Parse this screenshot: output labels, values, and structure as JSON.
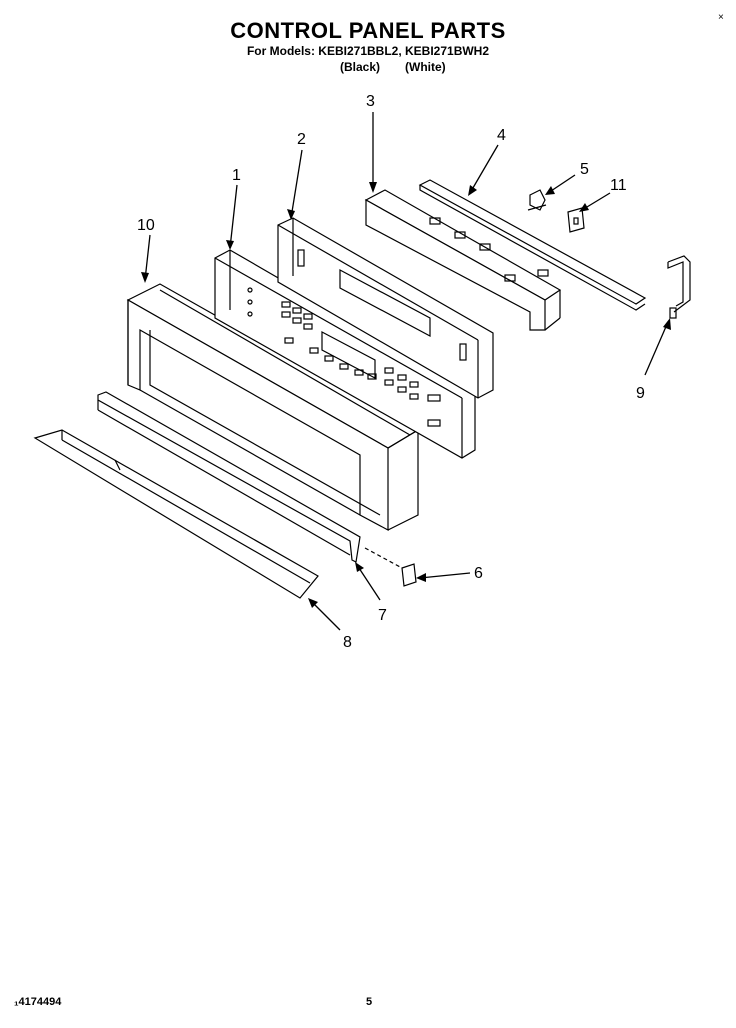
{
  "header": {
    "title": "CONTROL PANEL PARTS",
    "models_line": "For Models: KEBI271BBL2, KEBI271BWH2",
    "variant_black": "(Black)",
    "variant_white": "(White)",
    "corner_mark": "×"
  },
  "callouts": [
    "1",
    "2",
    "3",
    "4",
    "5",
    "6",
    "7",
    "8",
    "9",
    "10",
    "11"
  ],
  "footer": {
    "part_number": "₁4174494",
    "page_number": "5"
  }
}
